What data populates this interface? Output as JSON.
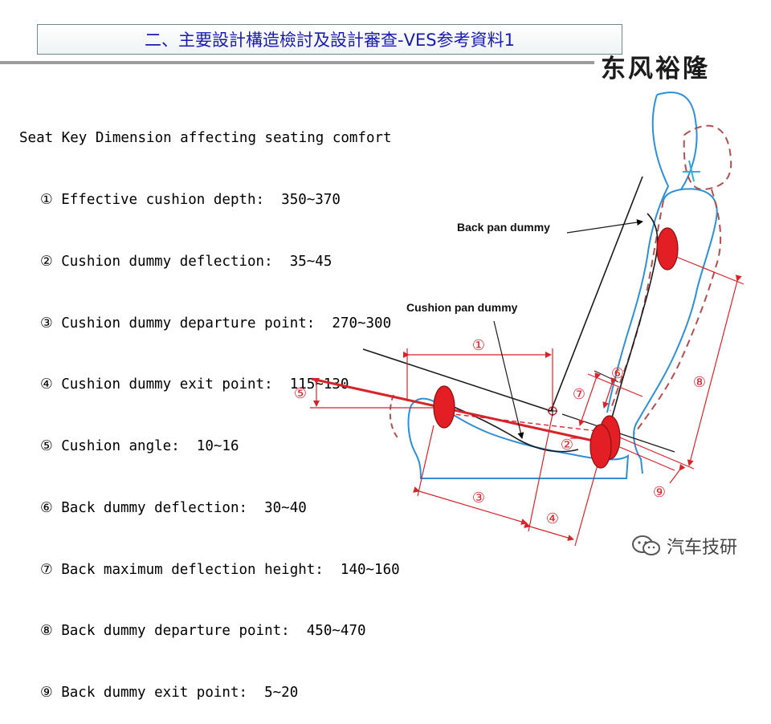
{
  "header": {
    "title": "二、主要設計構造檢討及設計審查-VES参考資料1",
    "logo_text": "东风裕隆"
  },
  "specs": {
    "heading": "Seat Key Dimension affecting seating comfort",
    "items": [
      "① Effective cushion depth:  350~370",
      "② Cushion dummy deflection:  35~45",
      "③ Cushion dummy departure point:  270~300",
      "④ Cushion dummy exit point:  115~130",
      "⑤ Cushion angle:  10~16",
      "⑥ Back dummy deflection:  30~40",
      "⑦ Back maximum deflection height:  140~160",
      "⑧ Back dummy departure point:  450~470",
      "⑨ Back dummy exit point:  5~20"
    ]
  },
  "diagram": {
    "back_label": "Back pan dummy",
    "cushion_label": "Cushion pan dummy",
    "markers": [
      "①",
      "②",
      "③",
      "④",
      "⑤",
      "⑥",
      "⑦",
      "⑧",
      "⑨"
    ],
    "colors": {
      "seat_outline": "#2f8fd6",
      "dimension": "#d8232a",
      "dummy_fill": "#e31e24",
      "title_text": "#1a1ab0"
    }
  },
  "watermark": {
    "text": "汽车技研",
    "icon": "wechat-icon"
  }
}
